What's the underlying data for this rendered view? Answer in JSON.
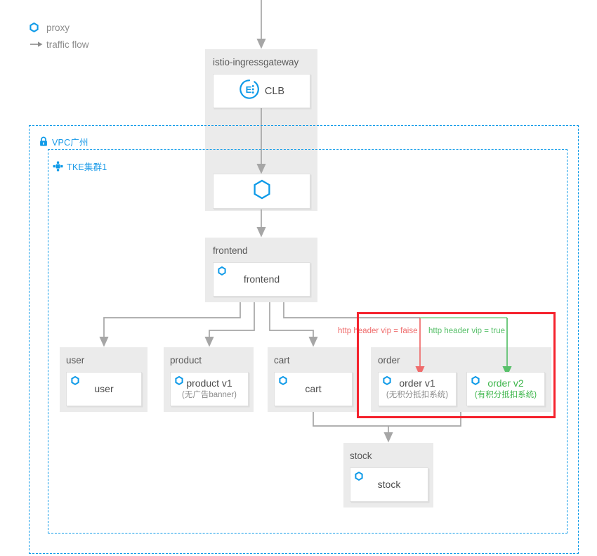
{
  "legend": {
    "items": [
      {
        "icon": "hexagon-proxy-icon",
        "label": "proxy"
      },
      {
        "icon": "arrow-right-icon",
        "label": "traffic flow"
      }
    ]
  },
  "zones": [
    {
      "id": "vpc",
      "icon": "lock-icon",
      "label": "VPC广州"
    },
    {
      "id": "tke",
      "icon": "cluster-icon",
      "label": "TKE集群1"
    }
  ],
  "groups": {
    "gateway": {
      "title": "istio-ingressgateway"
    },
    "frontend": {
      "title": "frontend"
    },
    "user": {
      "title": "user"
    },
    "product": {
      "title": "product"
    },
    "cart": {
      "title": "cart"
    },
    "order": {
      "title": "order"
    },
    "stock": {
      "title": "stock"
    }
  },
  "nodes": {
    "clb": {
      "label": "CLB",
      "icon": "envoy-clb-icon"
    },
    "proxy": {
      "label": "",
      "icon": "hexagon-proxy-icon"
    },
    "frontend": {
      "label": "frontend",
      "sub": ""
    },
    "user": {
      "label": "user",
      "sub": ""
    },
    "product_v1": {
      "label": "product v1",
      "sub": "(无广告banner)"
    },
    "cart": {
      "label": "cart",
      "sub": ""
    },
    "order_v1": {
      "label": "order v1",
      "sub": "(无积分抵扣系统)"
    },
    "order_v2": {
      "label": "order v2",
      "sub": "(有积分抵扣系统)"
    },
    "stock": {
      "label": "stock",
      "sub": ""
    }
  },
  "routes": [
    {
      "id": "vip-false",
      "label": "http header vip = faise",
      "color": "#ef6b6b",
      "target": "order v1"
    },
    {
      "id": "vip-true",
      "label": "http header vip = true",
      "color": "#58c06a",
      "target": "order v2"
    }
  ],
  "colors": {
    "accent_blue": "#0e9ae8",
    "panel_grey": "#ebebeb",
    "wire_grey": "#a6a6a6",
    "highlight_red": "#f5222d",
    "route_red": "#ef6b6b",
    "route_green": "#58c06a",
    "text_grey": "#595959"
  }
}
